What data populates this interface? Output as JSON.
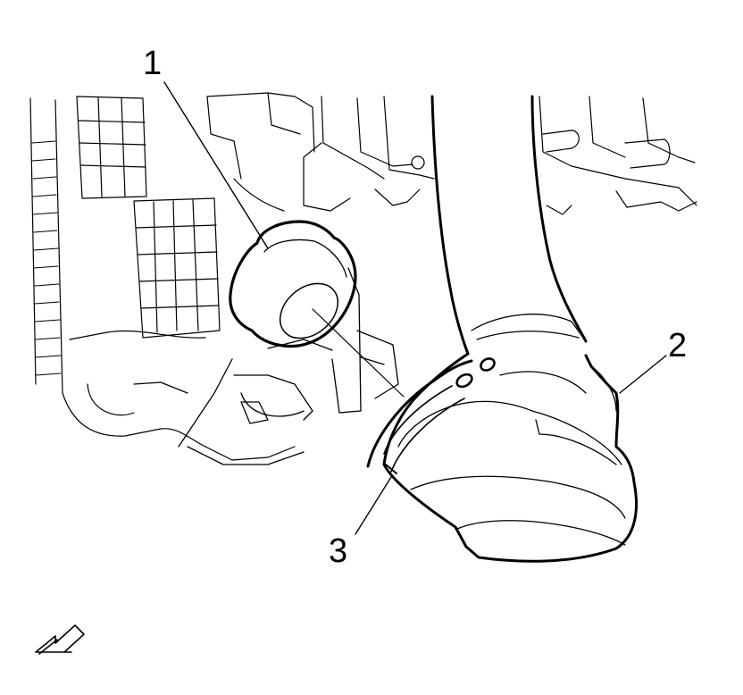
{
  "callouts": {
    "one": "1",
    "two": "2",
    "three": "3"
  },
  "icons": {
    "view": "arrow-direction-icon"
  }
}
